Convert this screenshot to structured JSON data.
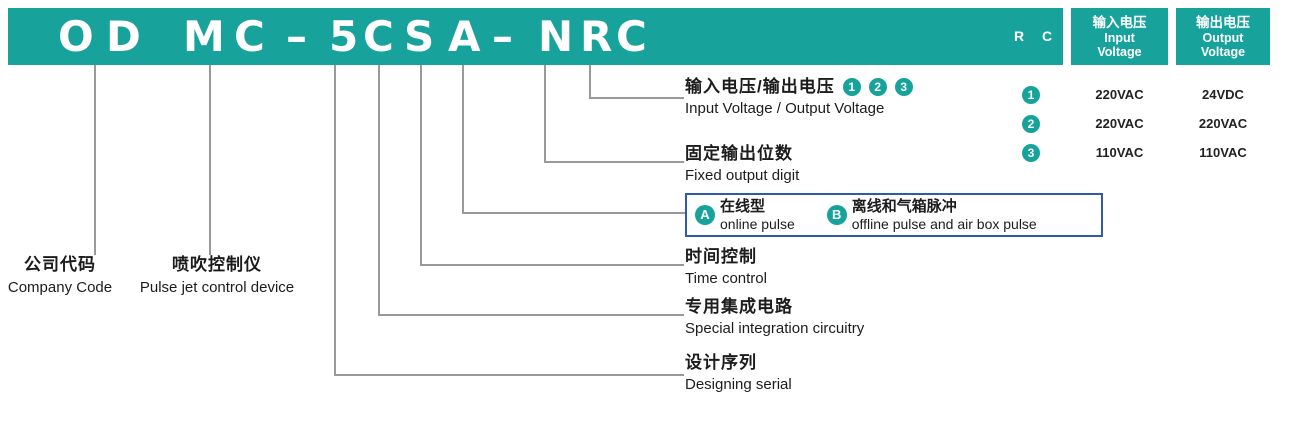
{
  "header": {
    "code_chars": [
      "O",
      "D",
      "M",
      "C",
      "–",
      "5",
      "C",
      "S",
      "A",
      "–",
      "N",
      "R",
      "C"
    ],
    "rc_label": "R C",
    "input_col": {
      "zh": "输入电压",
      "en_line1": "Input",
      "en_line2": "Voltage"
    },
    "output_col": {
      "zh": "输出电压",
      "en_line1": "Output",
      "en_line2": "Voltage"
    }
  },
  "callouts": {
    "io_voltage": {
      "zh": "输入电压/输出电压",
      "en": "Input Voltage / Output Voltage",
      "badges": [
        "1",
        "2",
        "3"
      ]
    },
    "fixed_digit": {
      "zh": "固定输出位数",
      "en": "Fixed output digit"
    },
    "pulse_type": {
      "a_badge": "A",
      "a_zh": "在线型",
      "a_en": "online pulse",
      "b_badge": "B",
      "b_zh": "离线和气箱脉冲",
      "b_en": "offline pulse and air box pulse"
    },
    "time_control": {
      "zh": "时间控制",
      "en": "Time control"
    },
    "integration": {
      "zh": "专用集成电路",
      "en": "Special integration circuitry"
    },
    "serial": {
      "zh": "设计序列",
      "en": "Designing serial"
    },
    "company": {
      "zh": "公司代码",
      "en": "Company Code"
    },
    "device": {
      "zh": "喷吹控制仪",
      "en": "Pulse jet control device"
    }
  },
  "voltage_table": {
    "rows": [
      {
        "badge": "1",
        "input": "220VAC",
        "output": "24VDC"
      },
      {
        "badge": "2",
        "input": "220VAC",
        "output": "220VAC"
      },
      {
        "badge": "3",
        "input": "110VAC",
        "output": "110VAC"
      }
    ]
  },
  "colors": {
    "teal": "#17a29b",
    "connector_line": "#999999",
    "type_box_border": "#2f5aa8"
  }
}
